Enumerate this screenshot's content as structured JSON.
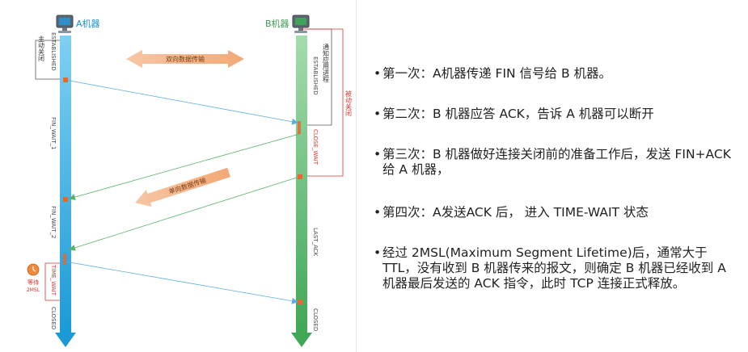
{
  "diagram": {
    "machine_a": {
      "label": "A机器",
      "icon": "computer-monitor-icon"
    },
    "machine_b": {
      "label": "B机器",
      "icon": "computer-monitor-icon"
    },
    "a_states": [
      "ESTABLISHED",
      "FIN_WAIT_1",
      "FIN_WAIT_2",
      "TIME_WAIT",
      "CLOSED"
    ],
    "b_states": [
      "ESTABLISHED",
      "CLOSE_WAIT",
      "LAST_ACK",
      "CLOSED"
    ],
    "bidirectional_label": "双向数据传输",
    "unidirectional_label": "单向数据传输",
    "active_close_label": "主动关闭",
    "notify_app_label": "通知应用进程",
    "passive_close_label": "被动关闭",
    "wait_label": "等待",
    "wait_duration": "2MSL",
    "colors": {
      "a_line": "#2aa5dd",
      "b_line": "#4cae5f",
      "message": "#8fc8e6",
      "marker": "#e8672a",
      "bracket": "#d9342b",
      "banner": "#f5b88f"
    }
  },
  "notes": [
    "第一次：A机器传递 FIN 信号给 B 机器。",
    "第二次：B 机器应答 ACK，告诉 A 机器可以断开",
    "第三次：B 机器做好连接关闭前的准备工作后，发送 FIN+ACK给 A 机器，",
    "第四次：A发送ACK 后， 进入 TIME-WAIT 状态",
    "经过 2MSL(Maximum Segment Lifetime)后，通常大于TTL，没有收到 B 机器传来的报文，则确定 B 机器已经收到 A 机器最后发送的 ACK 指令，此时 TCP 连接正式释放。"
  ],
  "bullet_char": "•"
}
